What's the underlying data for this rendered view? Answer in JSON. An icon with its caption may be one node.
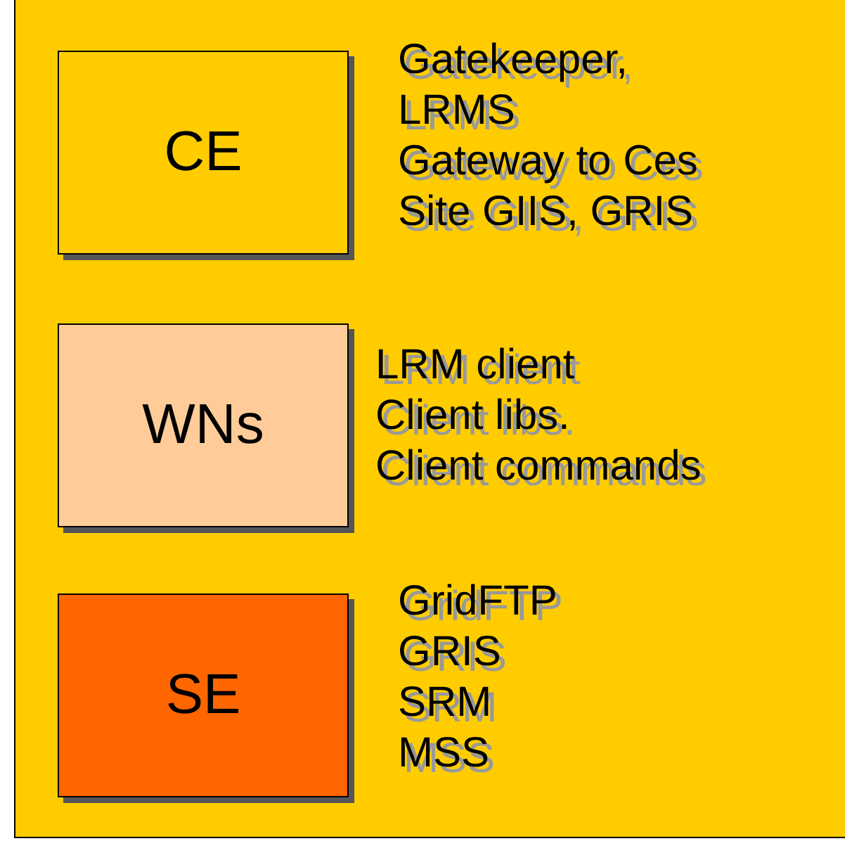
{
  "diagram": {
    "nodes": [
      {
        "text": [
          "CE"
        ],
        "beside": [
          "Gatekeeper,",
          "LRMS",
          "Gateway to Ces",
          "Site GIIS, GRIS"
        ]
      },
      {
        "text": [
          "WNs"
        ],
        "beside": [
          "LRM client",
          "Client libs.",
          "Client commands"
        ]
      },
      {
        "text": [
          "SE"
        ],
        "beside": [
          "GridFTP",
          "GRIS",
          "SRM",
          "MSS"
        ]
      }
    ]
  }
}
